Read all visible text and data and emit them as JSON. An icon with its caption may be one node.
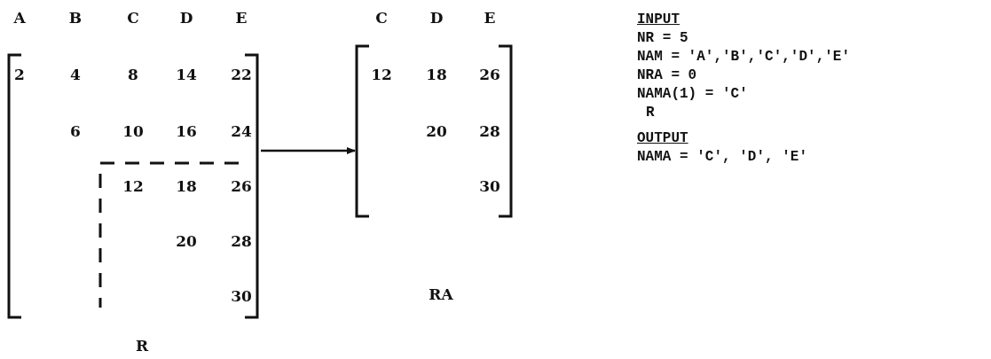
{
  "diagram": {
    "nodes": [
      {
        "text": [
          "R"
        ]
      },
      {
        "text": [
          "RA"
        ]
      }
    ],
    "edges": [
      {
        "from": 0,
        "to": 1,
        "arrow": "to"
      }
    ],
    "labels": [
      "A",
      "B",
      "C",
      "D",
      "E",
      "2",
      "4",
      "8",
      "14",
      "22",
      "6",
      "10",
      "16",
      "24",
      "12",
      "18",
      "26",
      "20",
      "28",
      "30",
      "C",
      "D",
      "E",
      "12",
      "18",
      "26",
      "20",
      "28",
      "30",
      "INPUT",
      "NR = 5",
      "NAM = 'A','B','C','D','E'",
      "NRA = 0",
      "NAMA(1) = 'C'",
      "R",
      "OUTPUT",
      "NAMA = 'C', 'D', 'E'"
    ]
  }
}
